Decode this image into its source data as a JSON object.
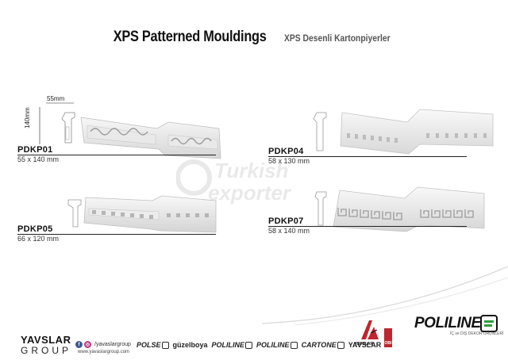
{
  "header": {
    "title_en": "XPS Patterned Mouldings",
    "title_tr": "XPS Desenli Kartonpiyerler"
  },
  "watermark": {
    "line1": "Turkish",
    "line2": "exporter"
  },
  "dimensions": {
    "width_label": "55mm",
    "height_label": "140mm"
  },
  "products": [
    {
      "code": "PDKP01",
      "size": "55 x 140 mm",
      "pattern": "wave"
    },
    {
      "code": "PDKP04",
      "size": "58 x 130 mm",
      "pattern": "dentil"
    },
    {
      "code": "PDKP05",
      "size": "66 x 120 mm",
      "pattern": "dentil"
    },
    {
      "code": "PDKP07",
      "size": "58 x 140 mm",
      "pattern": "greek-key"
    }
  ],
  "footer": {
    "brand_top": "YAVSLAR",
    "brand_bottom": "GROUP",
    "social_handle": "/yavaslargroup",
    "website": "www.yavaslargroup.com",
    "logos": [
      {
        "name": "POLSE",
        "sub": ""
      },
      {
        "name": "güzelboya",
        "sub": ""
      },
      {
        "name": "POLILINE",
        "sub": ""
      },
      {
        "name": "POLILINE",
        "sub": ""
      },
      {
        "name": "CARTONE",
        "sub": ""
      },
      {
        "name": "YAVSLAR",
        "sub": ""
      }
    ],
    "red_logo_text": "YAVSLAR",
    "obi_text": "OBI",
    "poliline_main": "POLILINE",
    "poliline_tagline": "İÇ ve DIŞ DEKOR ÜRÜNLERİ"
  },
  "colors": {
    "accent_green": "#2e9e3a",
    "accent_red": "#c0262d",
    "text": "#111111"
  }
}
